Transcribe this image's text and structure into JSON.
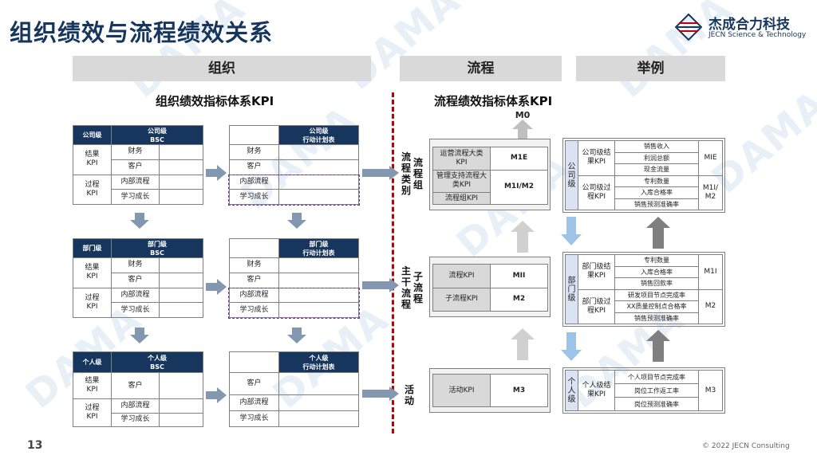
{
  "title": "组织绩效与流程绩效关系",
  "logo": {
    "cn": "杰成合力科技",
    "en": "JECN Science & Technology"
  },
  "headers": {
    "org": "组织",
    "process": "流程",
    "example": "举例"
  },
  "subtitles": {
    "org": "组织绩效指标体系KPI",
    "process": "流程绩效指标体系KPI"
  },
  "watermark": "DAMA",
  "org": {
    "company_bsc": {
      "corner": "公司级",
      "header": "公司级\nBSC",
      "result": "结果\nKPI",
      "process": "过程\nKPI",
      "rows": [
        "财务",
        "客户",
        "内部流程",
        "学习成长"
      ]
    },
    "company_plan": {
      "header": "公司级\n行动计划表",
      "rows": [
        "财务",
        "客户",
        "内部流程",
        "学习成长"
      ]
    },
    "dept_bsc": {
      "corner": "部门级",
      "header": "部门级\nBSC",
      "result": "结果\nKPI",
      "process": "过程\nKPI",
      "rows": [
        "财务",
        "客户",
        "内部流程",
        "学习成长"
      ]
    },
    "dept_plan": {
      "header": "部门级\n行动计划表",
      "rows": [
        "财务",
        "客户",
        "内部流程",
        "学习成长"
      ]
    },
    "person_bsc": {
      "corner": "个人级",
      "header": "个人级\nBSC",
      "result": "结果\nKPI",
      "process": "过程\nKPI",
      "rows": [
        "客户",
        "内部流程",
        "学习成长"
      ]
    },
    "person_plan": {
      "header": "个人级\n行动计划表",
      "rows": [
        "客户",
        "内部流程",
        "学习成长"
      ]
    }
  },
  "levels": {
    "group_a": "流程组",
    "group_b": "流程类别",
    "main_a": "子流程",
    "main_b": "主干流程",
    "activity": "活动"
  },
  "process": {
    "m0": "M0",
    "top": [
      {
        "label": "运营流程大类\nKPI",
        "code": "M1E"
      },
      {
        "label": "管理支持流程大\n类KPI",
        "code": "M1I/M2"
      },
      {
        "label": "流程组KPI",
        "code": ""
      }
    ],
    "mid": [
      {
        "label": "流程KPI",
        "code": "MII"
      },
      {
        "label": "子流程KPI",
        "code": "M2"
      }
    ],
    "act": {
      "label": "活动KPI",
      "code": "M3"
    }
  },
  "examples": {
    "company": {
      "level": "公司级",
      "result": "公司级结\n果KPI",
      "process": "公司级过\n程KPI",
      "items": [
        "销售收入",
        "利润总额",
        "现金流量",
        "专利数量",
        "入库合格率",
        "销售预测准确率"
      ],
      "code1": "MIE",
      "code2": "M1I/\nM2"
    },
    "dept": {
      "level": "部门级",
      "result": "部门级结\n果KPI",
      "process": "部门级过\n程KPI",
      "items": [
        "专利数量",
        "入库合格率",
        "销售回款率",
        "研发项目节点完成率",
        "XX质量控制点合格率",
        "销售预测准确率"
      ],
      "code1": "M1I",
      "code2": "M2"
    },
    "person": {
      "level": "个人级",
      "result": "个人级结\n果KPI",
      "items": [
        "个人项目节点完成率",
        "岗位工作返工率",
        "岗位预测准确率"
      ],
      "code": "M3"
    }
  },
  "footer": {
    "page": "13",
    "copyright": "© 2022 JECN Consulting"
  }
}
